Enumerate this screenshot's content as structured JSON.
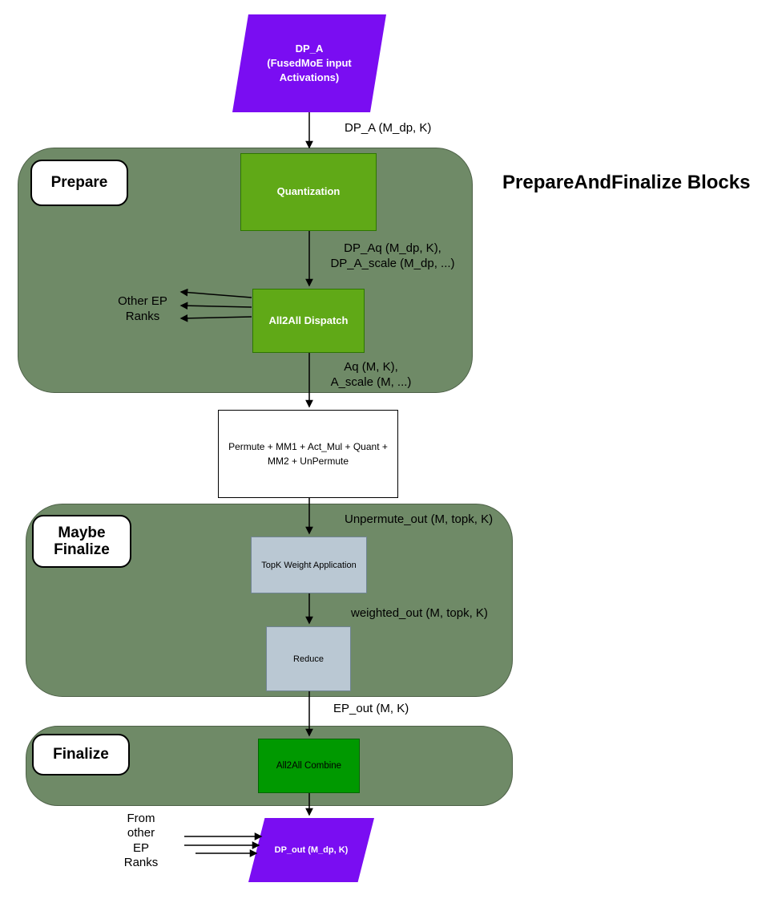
{
  "title": "PrepareAndFinalize Blocks",
  "nodes": {
    "input": "DP_A\n(FusedMoE input\nActivations)",
    "quantization": "Quantization",
    "all2all_dispatch": "All2All Dispatch",
    "experts": "Permute + MM1 + Act_Mul + Quant +\nMM2 + UnPermute",
    "topk_weight_application": "TopK Weight Application",
    "reduce": "Reduce",
    "all2all_combine": "All2All Combine",
    "output": "DP_out (M_dp, K)"
  },
  "containers": {
    "prepare": "Prepare",
    "maybe_finalize": "Maybe\nFinalize",
    "finalize": "Finalize"
  },
  "edge_labels": {
    "dp_a": "DP_A (M_dp, K)",
    "dp_aq": "DP_Aq (M_dp, K),\nDP_A_scale (M_dp, ...)",
    "aq": "Aq (M, K),\nA_scale (M, ...)",
    "unpermute_out": "Unpermute_out (M, topk, K)",
    "weighted_out": "weighted_out (M, topk, K)",
    "ep_out": "EP_out (M, K)"
  },
  "annotations": {
    "other_ep_ranks": "Other EP\nRanks",
    "from_other_ep_ranks": "From\nother\nEP\nRanks"
  },
  "colors": {
    "purple": "#7a0df2",
    "container_green": "#6f8a67",
    "box_green": "#60a917",
    "box_green_border": "#2d7600",
    "combine_green": "#009900",
    "combine_green_border": "#006600",
    "light_blue": "#bac8d3",
    "light_blue_border": "#708492"
  }
}
